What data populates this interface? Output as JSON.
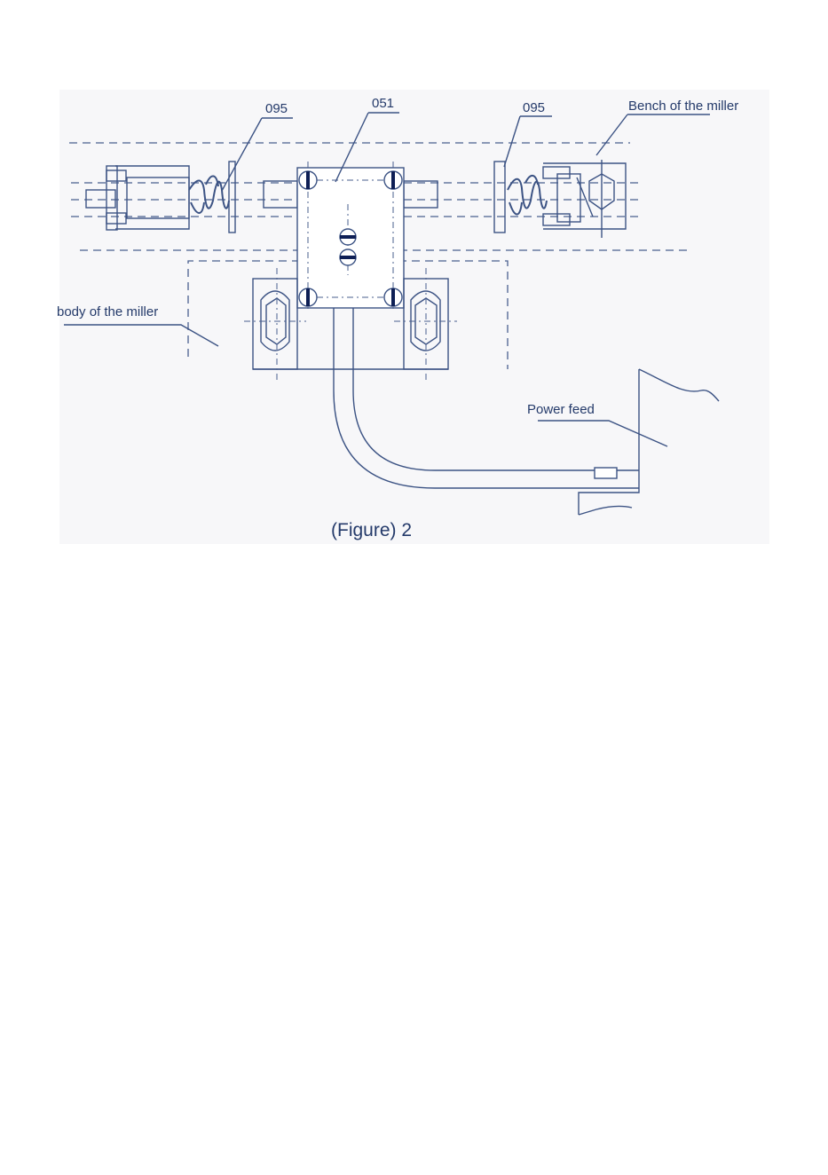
{
  "figure": {
    "caption": "(Figure) 2",
    "labels": {
      "part_095_left": "095",
      "part_051": "051",
      "part_095_right": "095",
      "bench": "Bench of the miller",
      "body": "body of the miller",
      "power_feed": "Power feed"
    }
  },
  "colors": {
    "line": "#3c5384",
    "text": "#243a6a",
    "panel": "#f7f7f9"
  }
}
